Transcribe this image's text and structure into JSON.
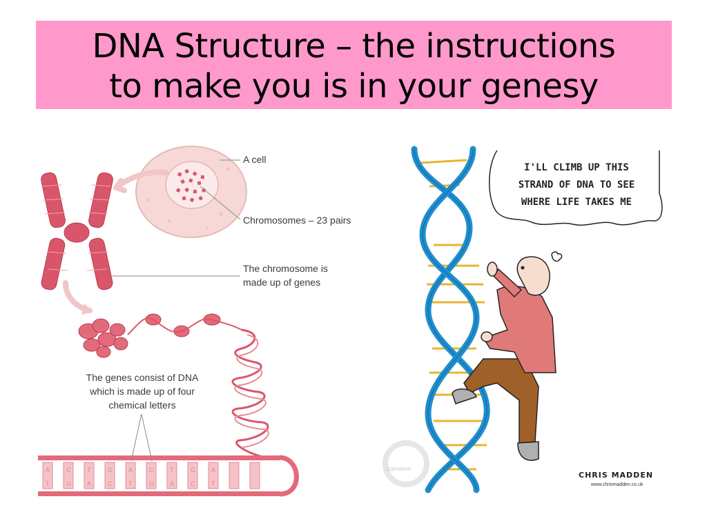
{
  "slide": {
    "title_line1": "DNA Structure – the instructions",
    "title_line2": "to make you is in your genesy",
    "title_bg": "#ff99cc"
  },
  "left_diagram": {
    "label_cell": "A cell",
    "label_chromosomes": "Chromosomes – 23 pairs",
    "label_chromosome_line1": "The chromosome is",
    "label_chromosome_line2": "made up of genes",
    "label_genes_line1": "The genes consist of DNA",
    "label_genes_line2": "which is made up of four",
    "label_genes_line3": "chemical letters",
    "letters_top": [
      "A",
      "C",
      "T",
      "G",
      "A",
      "C",
      "T",
      "G",
      "A"
    ],
    "letters_bottom": [
      "T",
      "G",
      "A",
      "C",
      "T",
      "G",
      "A",
      "C",
      "T"
    ],
    "accent_color": "#d9566a"
  },
  "cartoon": {
    "speech_line1": "I'LL CLIMB UP THIS",
    "speech_line2": "STRAND OF DNA TO SEE",
    "speech_line3": "WHERE LIFE TAKES ME",
    "signature": "CHRIS MADDEN",
    "website": "www.chrismadden.co.uk",
    "watermark": "COPYRIGHT",
    "helix_color": "#1e8fd0",
    "rung_color": "#e8b430",
    "shirt_color": "#e07a78",
    "pants_color": "#a0602a"
  }
}
